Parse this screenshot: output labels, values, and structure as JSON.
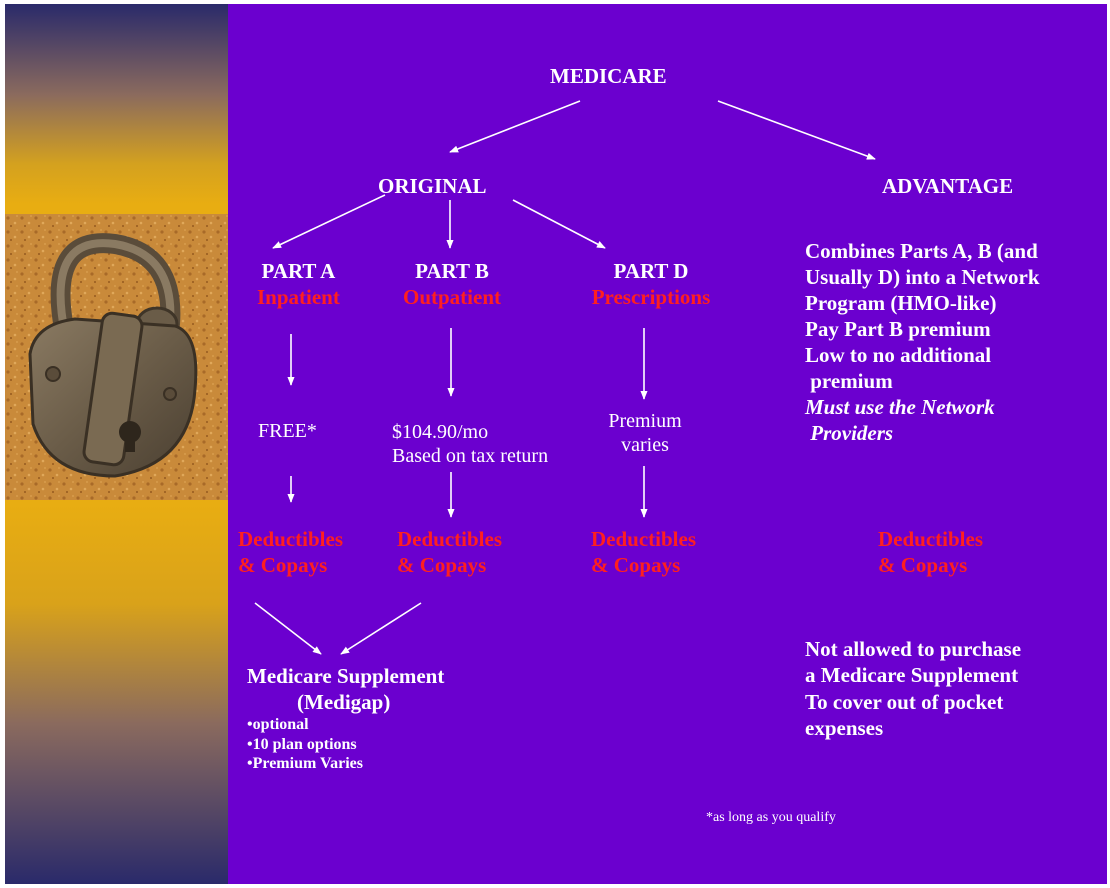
{
  "title": "MEDICARE",
  "original": {
    "heading": "ORIGINAL",
    "parts": [
      {
        "name": "PART A",
        "type": "Inpatient",
        "cost": "FREE*",
        "cost_note": "",
        "outcome": [
          "Deductibles",
          "& Copays"
        ]
      },
      {
        "name": "PART B",
        "type": "Outpatient",
        "cost": "$104.90/mo",
        "cost_note": "Based on tax return",
        "outcome": [
          "Deductibles",
          "& Copays"
        ]
      },
      {
        "name": "PART D",
        "type": "Prescriptions",
        "cost": "Premium",
        "cost_note": "varies",
        "outcome": [
          "Deductibles",
          "& Copays"
        ]
      }
    ],
    "supplement": {
      "title": "Medicare Supplement",
      "subtitle": "(Medigap)",
      "bullets": [
        "•optional",
        "•10 plan options",
        "•Premium Varies"
      ]
    }
  },
  "advantage": {
    "heading": "ADVANTAGE",
    "description_lines": [
      "Combines Parts A, B (and",
      "Usually D) into a Network",
      "Program (HMO-like)",
      "Pay Part B premium",
      "Low to no additional",
      " premium"
    ],
    "network_note_lines": [
      "Must use the Network",
      " Providers"
    ],
    "outcome": [
      "Deductibles",
      "& Copays"
    ],
    "supplement_note_lines": [
      "Not allowed to purchase",
      "a Medicare Supplement",
      "To cover out of pocket",
      "expenses"
    ]
  },
  "footnote": "*as long as you qualify",
  "colors": {
    "background": "#6b00cf",
    "text": "#ffffff",
    "accent_red": "#ff1f1f",
    "side_bar_gold": "#e8ad12"
  },
  "icons": [
    "open-padlock-photo"
  ]
}
